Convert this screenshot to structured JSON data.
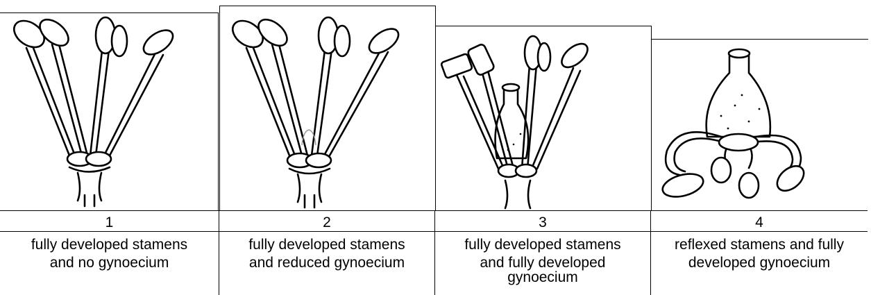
{
  "panels": [
    {
      "number": "1",
      "caption_line1": "fully developed stamens",
      "caption_line2": "and no gynoecium",
      "caption_line3": ""
    },
    {
      "number": "2",
      "caption_line1": "fully developed stamens",
      "caption_line2": "and reduced gynoecium",
      "caption_line3": ""
    },
    {
      "number": "3",
      "caption_line1": "fully developed stamens",
      "caption_line2": "and fully developed",
      "caption_line3": "gynoecium"
    },
    {
      "number": "4",
      "caption_line1": "reflexed stamens and fully",
      "caption_line2": "developed gynoecium",
      "caption_line3": ""
    }
  ]
}
